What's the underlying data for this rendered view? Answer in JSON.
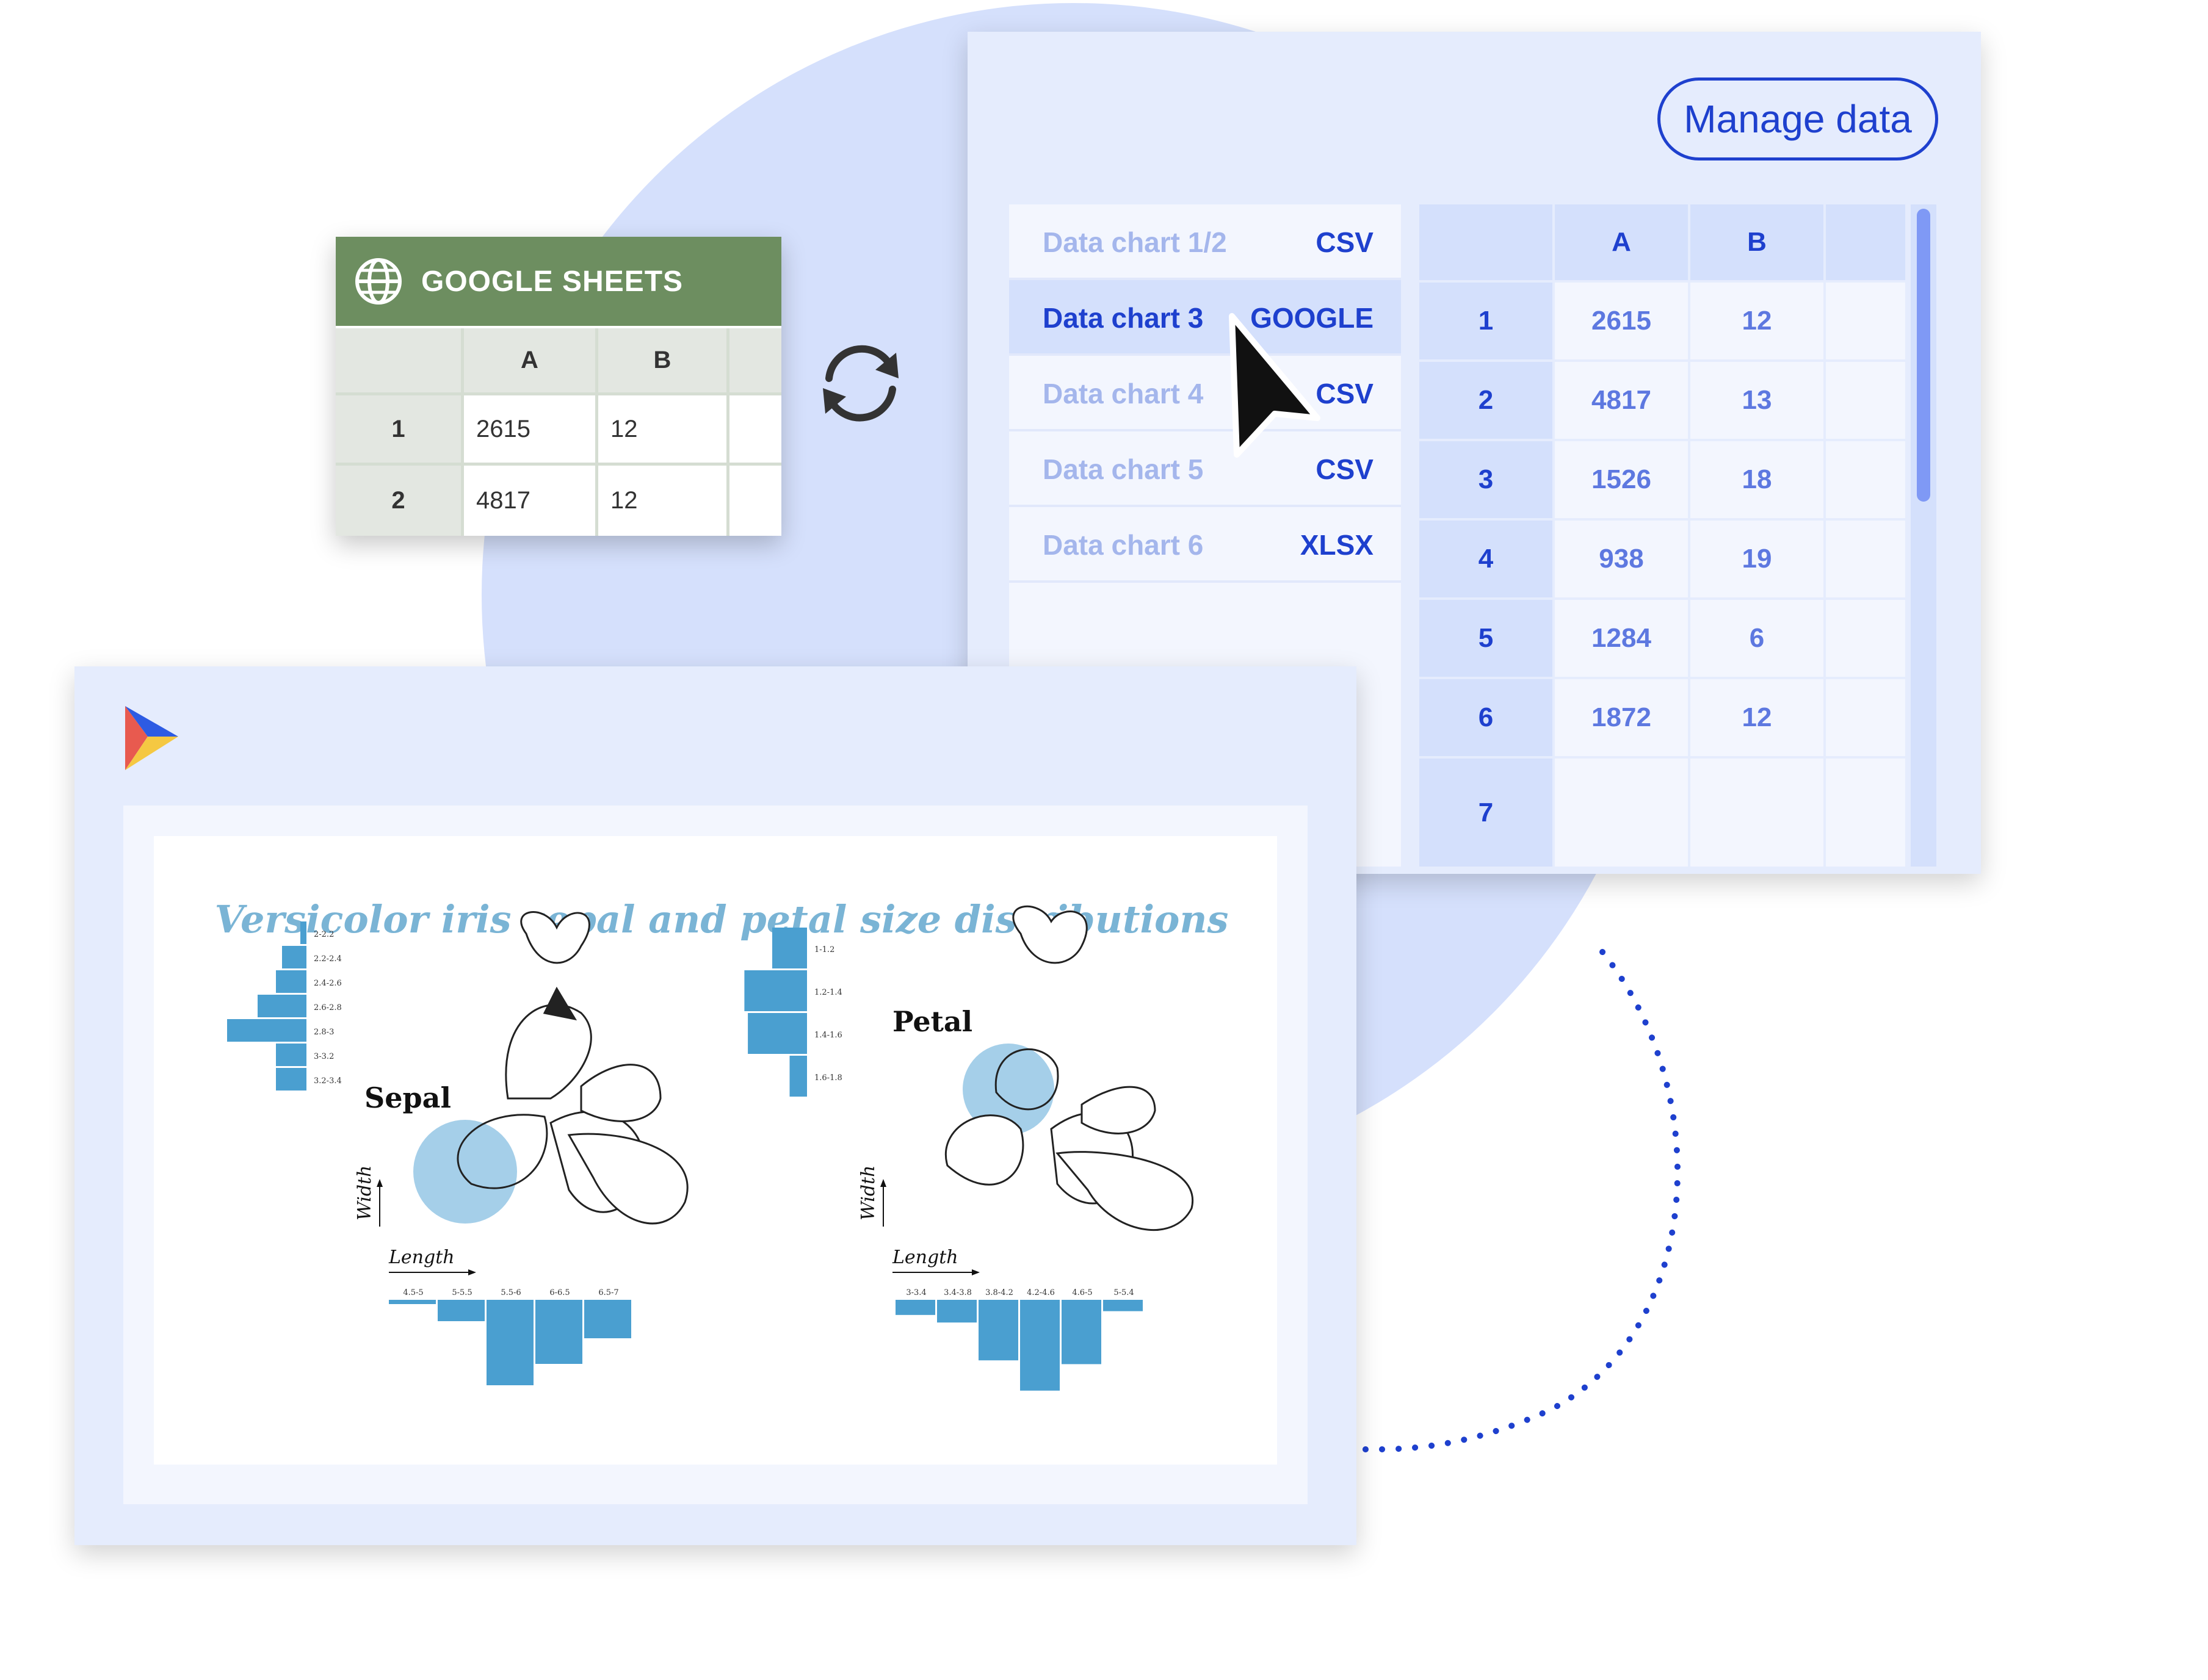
{
  "google_sheets": {
    "title": "GOOGLE SHEETS",
    "columns": [
      "A",
      "B"
    ],
    "rows": [
      {
        "num": "1",
        "a": "2615",
        "b": "12"
      },
      {
        "num": "2",
        "a": "4817",
        "b": "12"
      }
    ]
  },
  "data_manager": {
    "manage_label": "Manage data",
    "datasets": [
      {
        "name": "Data chart 1/2",
        "type": "CSV",
        "active": false
      },
      {
        "name": "Data chart 3",
        "type": "GOOGLE",
        "active": true
      },
      {
        "name": "Data chart 4",
        "type": "CSV",
        "active": false
      },
      {
        "name": "Data chart 5",
        "type": "CSV",
        "active": false
      },
      {
        "name": "Data chart 6",
        "type": "XLSX",
        "active": false
      }
    ],
    "columns": [
      "A",
      "B"
    ],
    "rows": [
      {
        "num": "1",
        "a": "2615",
        "b": "12"
      },
      {
        "num": "2",
        "a": "4817",
        "b": "13"
      },
      {
        "num": "3",
        "a": "1526",
        "b": "18"
      },
      {
        "num": "4",
        "a": "938",
        "b": "19"
      },
      {
        "num": "5",
        "a": "1284",
        "b": "6"
      },
      {
        "num": "6",
        "a": "1872",
        "b": "12"
      },
      {
        "num": "7",
        "a": "",
        "b": ""
      }
    ]
  },
  "slide": {
    "title": "Versicolor iris sepal and petal size distributions"
  },
  "chart_data": [
    {
      "type": "bar",
      "title": "Sepal",
      "orientation": "horizontal",
      "ylabel": "Width",
      "categories": [
        "2-2.2",
        "2.2-2.4",
        "2.4-2.6",
        "2.6-2.8",
        "2.8-3",
        "3-3.2",
        "3.2-3.4"
      ],
      "values": [
        1,
        4,
        5,
        8,
        13,
        5,
        5
      ]
    },
    {
      "type": "bar",
      "title": "Sepal",
      "orientation": "vertical-down",
      "xlabel": "Length",
      "categories": [
        "4.5-5",
        "5-5.5",
        "5.5-6",
        "6-6.5",
        "6.5-7"
      ],
      "values": [
        1,
        5,
        20,
        15,
        9
      ]
    },
    {
      "type": "bar",
      "title": "Petal",
      "orientation": "horizontal",
      "ylabel": "Width",
      "categories": [
        "1-1.2",
        "1.2-1.4",
        "1.4-1.6",
        "1.6-1.8"
      ],
      "values": [
        10,
        18,
        17,
        5
      ]
    },
    {
      "type": "bar",
      "title": "Petal",
      "orientation": "vertical-down",
      "xlabel": "Length",
      "categories": [
        "3-3.4",
        "3.4-3.8",
        "3.8-4.2",
        "4.2-4.6",
        "4.6-5",
        "5-5.4"
      ],
      "values": [
        4,
        6,
        16,
        24,
        17,
        3
      ]
    }
  ],
  "colors": {
    "accent": "#1e40ce",
    "sheets_green": "#6d8e60",
    "bar_blue": "#4a9fd0",
    "title_blue": "#7ab4d5",
    "highlight_circle": "#8fc3e4"
  },
  "icons": {
    "sheets": "globe-icon",
    "sync": "sync-icon",
    "cursor": "cursor-arrow-icon",
    "app_logo": "app-logo-icon"
  }
}
